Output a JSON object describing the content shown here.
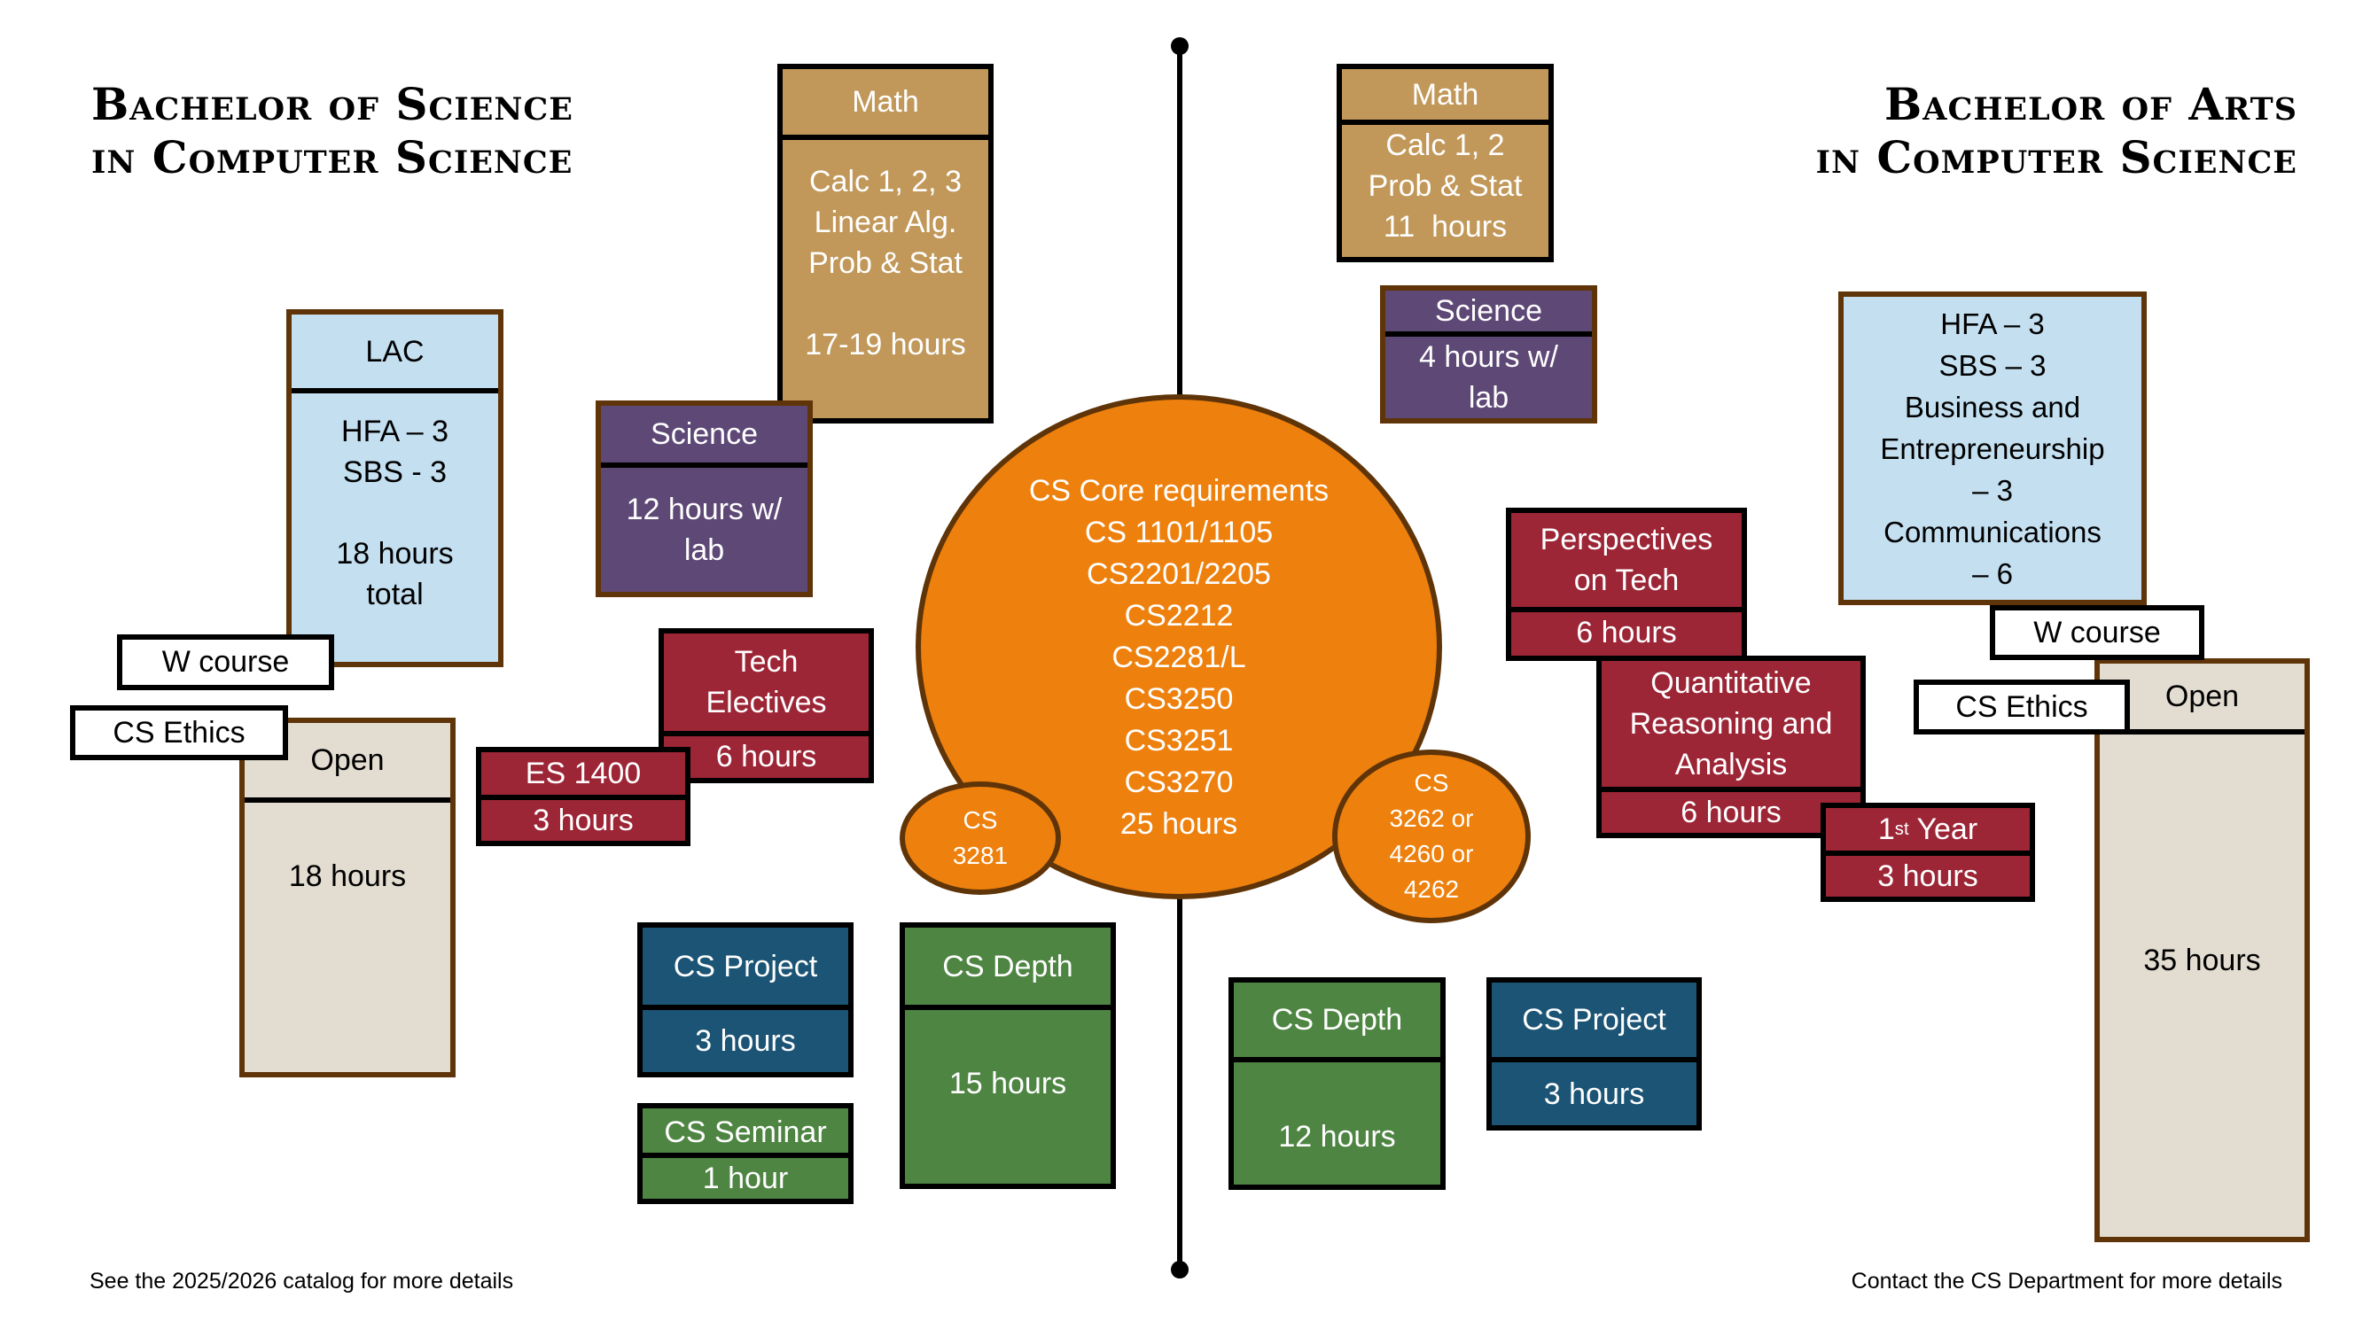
{
  "titles": {
    "bs": [
      "Bachelor of Science",
      "in Computer Science"
    ],
    "ba": [
      "Bachelor of Arts",
      "in Computer Science"
    ]
  },
  "colors": {
    "math": "#c19859",
    "science": "#5e4876",
    "lac": "#c3dff0",
    "open": "#e2dcd1",
    "core": "#ee800d",
    "elective_red": "#9c2536",
    "project_blue": "#1c5475",
    "depth_green": "#4e8542"
  },
  "bs": {
    "math": {
      "header": "Math",
      "lines": [
        "Calc 1, 2, 3",
        "Linear Alg.",
        "Prob & Stat",
        "",
        "17-19 hours"
      ]
    },
    "lac": {
      "header": "LAC",
      "lines": [
        "HFA – 3",
        "SBS - 3",
        "",
        "18 hours",
        "total"
      ]
    },
    "science": {
      "header": "Science",
      "lines": [
        "12 hours w/",
        "lab"
      ]
    },
    "tech_electives": {
      "header": [
        "Tech",
        "Electives"
      ],
      "body": "6 hours"
    },
    "es1400": {
      "header": "ES 1400",
      "body": "3 hours"
    },
    "w_course": "W course",
    "cs_ethics": "CS Ethics",
    "open": {
      "header": "Open",
      "body": "18 hours"
    },
    "cs_project": {
      "header": "CS Project",
      "body": "3 hours"
    },
    "cs_seminar": {
      "header": "CS Seminar",
      "body": "1 hour"
    },
    "cs_depth": {
      "header": "CS Depth",
      "body": "15 hours"
    },
    "cs3281": [
      "CS",
      "3281"
    ]
  },
  "core": {
    "lines": [
      "CS Core requirements",
      "CS 1101/1105",
      "CS2201/2205",
      "CS2212",
      "CS2281/L",
      "CS3250",
      "CS3251",
      "CS3270",
      "25 hours"
    ]
  },
  "ba": {
    "math": {
      "header": "Math",
      "lines": [
        "Calc 1, 2",
        "Prob & Stat",
        "11  hours"
      ]
    },
    "science": {
      "header": "Science",
      "lines": [
        "4 hours w/",
        "lab"
      ]
    },
    "lac": {
      "lines": [
        "HFA – 3",
        "SBS – 3",
        "Business and",
        "Entrepreneurship",
        "– 3",
        "Communications",
        "– 6"
      ]
    },
    "perspectives": {
      "header": [
        "Perspectives",
        "on Tech"
      ],
      "body": "6 hours"
    },
    "quant": {
      "header": [
        "Quantitative",
        "Reasoning and",
        "Analysis"
      ],
      "body": "6 hours"
    },
    "first_year": {
      "header_num": "1",
      "header_sup": "st",
      "header_rest": " Year",
      "body": "3 hours"
    },
    "w_course": "W course",
    "cs_ethics": "CS Ethics",
    "open": {
      "header": "Open",
      "body": "35 hours"
    },
    "cs_depth": {
      "header": "CS Depth",
      "body": "12 hours"
    },
    "cs_project": {
      "header": "CS Project",
      "body": "3 hours"
    },
    "cs_electives_circle": [
      "CS",
      "3262 or",
      "4260 or",
      "4262"
    ]
  },
  "footer": {
    "left": "See the 2025/2026 catalog for more details",
    "right": "Contact the CS Department for more details"
  }
}
